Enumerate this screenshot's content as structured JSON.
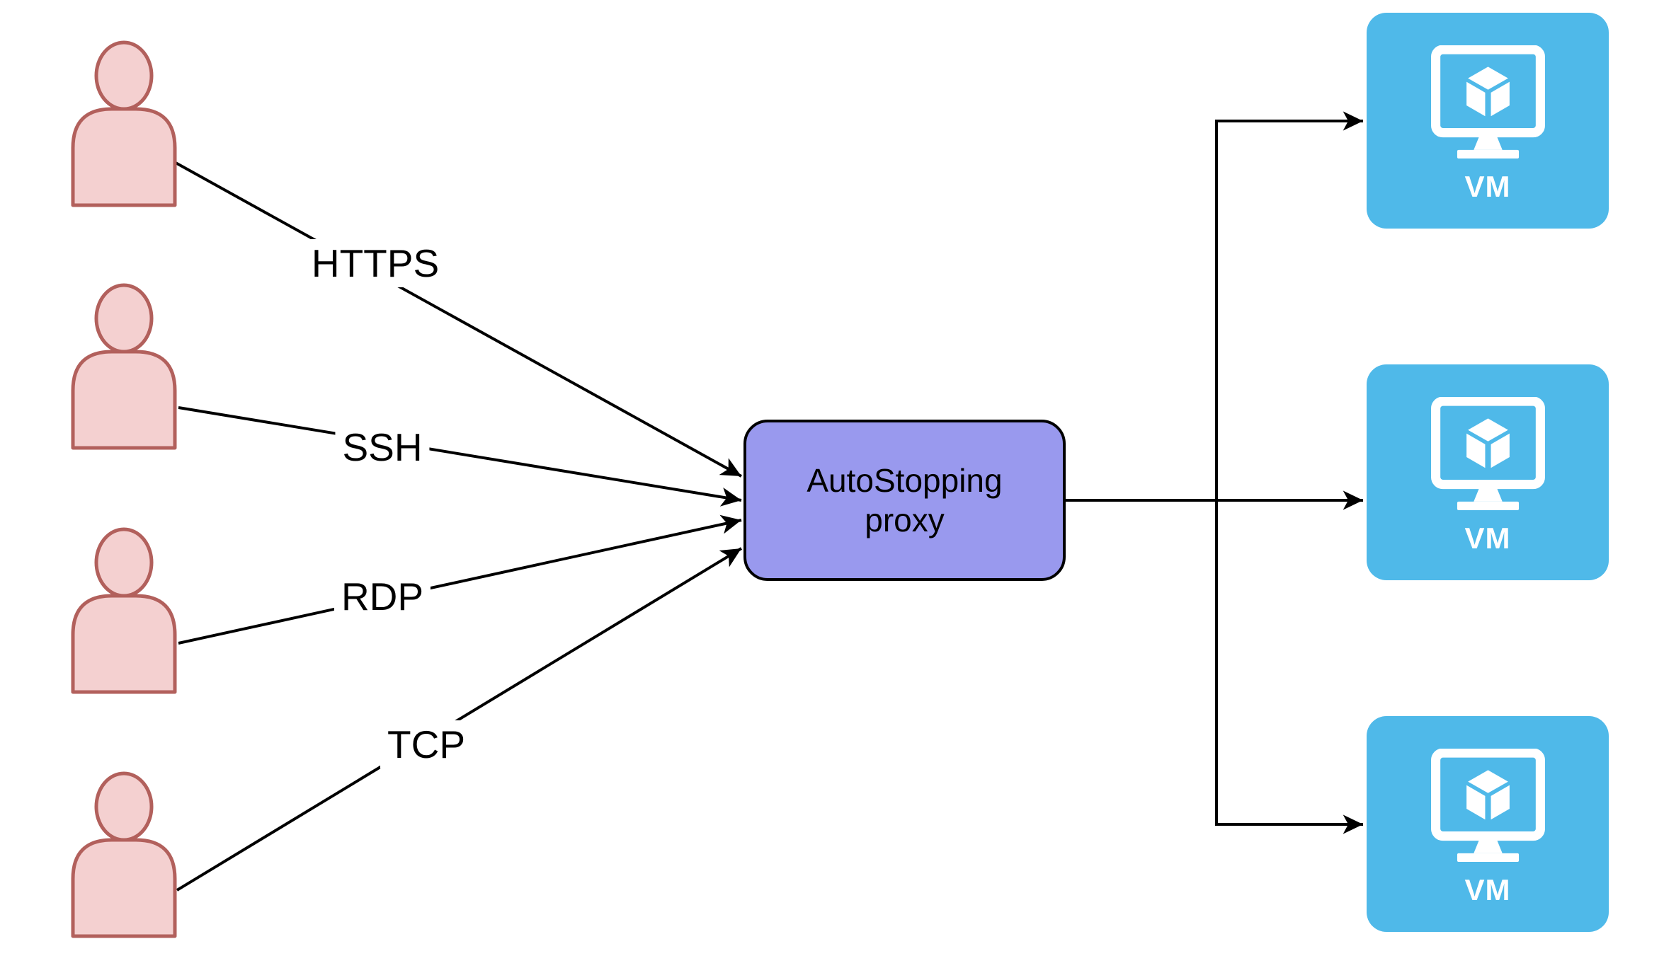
{
  "colors": {
    "background": "#ffffff",
    "line": "#000000",
    "person-fill": "#F4D0D0",
    "person-stroke": "#B2605C",
    "proxy-fill": "#9999EE",
    "vm-fill": "#4FB9E9",
    "vm-icon-color": "#ffffff"
  },
  "users": [
    {
      "icon": "user-icon"
    },
    {
      "icon": "user-icon"
    },
    {
      "icon": "user-icon"
    },
    {
      "icon": "user-icon"
    }
  ],
  "connections": [
    {
      "label": "HTTPS",
      "from": "user-1",
      "to": "proxy"
    },
    {
      "label": "SSH",
      "from": "user-2",
      "to": "proxy"
    },
    {
      "label": "RDP",
      "from": "user-3",
      "to": "proxy"
    },
    {
      "label": "TCP",
      "from": "user-4",
      "to": "proxy"
    }
  ],
  "proxy": {
    "label": "AutoStopping proxy"
  },
  "vms": [
    {
      "label": "VM",
      "icon": "vm-monitor-cube-icon"
    },
    {
      "label": "VM",
      "icon": "vm-monitor-cube-icon"
    },
    {
      "label": "VM",
      "icon": "vm-monitor-cube-icon"
    }
  ]
}
